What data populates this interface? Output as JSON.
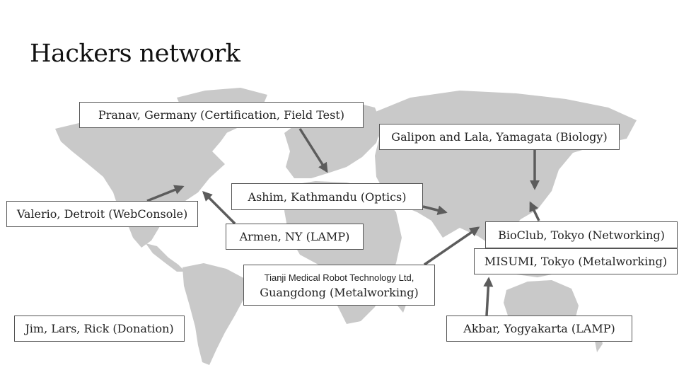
{
  "title": "Hackers network",
  "colors": {
    "map": "#c9c9c9",
    "arrow": "#5c5c5c",
    "border": "#555555"
  },
  "nodes": {
    "pranav": "Pranav, Germany (Certification, Field Test)",
    "galipon": "Galipon and Lala, Yamagata (Biology)",
    "ashim": "Ashim, Kathmandu (Optics)",
    "valerio": "Valerio, Detroit (WebConsole)",
    "armen": "Armen, NY (LAMP)",
    "bioclub": "BioClub, Tokyo (Networking)",
    "misumi": "MISUMI, Tokyo (Metalworking)",
    "tianji_line1": "Tianji Medical Robot Technology Ltd,",
    "tianji_line2": "Guangdong (Metalworking)",
    "jim": "Jim, Lars, Rick (Donation)",
    "akbar": "Akbar, Yogyakarta (LAMP)"
  }
}
